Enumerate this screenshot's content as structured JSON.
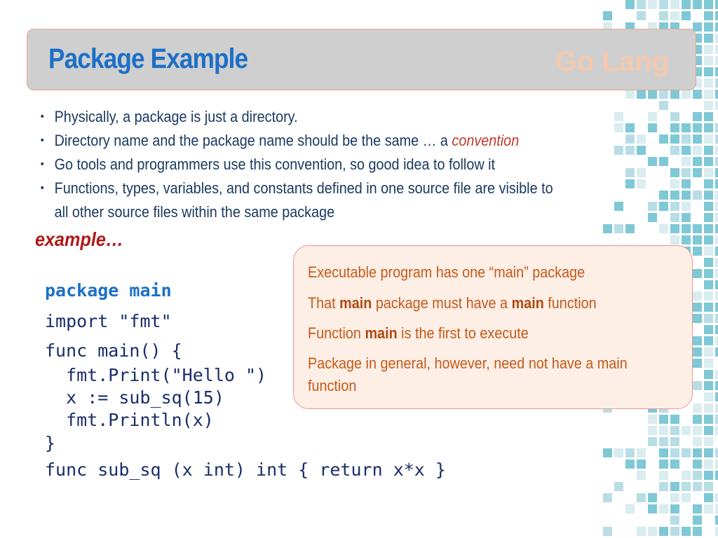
{
  "header": {
    "title": "Package Example",
    "brand": "Go Lang"
  },
  "bullets": [
    {
      "text": "Physically, a package is just a directory."
    },
    {
      "text": "Directory name and the package name should be the same … a ",
      "emphasis": "convention"
    },
    {
      "text": "Go tools and programmers use this convention, so good idea to follow it"
    },
    {
      "text": "Functions, types, variables, and constants defined in one source file are visible to all other source files within the same package"
    }
  ],
  "example_label": "example…",
  "code": {
    "lines": [
      "package main",
      "import \"fmt\"",
      "func main() {",
      "  fmt.Print(\"Hello \")",
      "  x := sub_sq(15)",
      "  fmt.Println(x)",
      "}",
      "func sub_sq (x int) int { return x*x }"
    ]
  },
  "callout": {
    "line1": "Executable program has one “main” package",
    "line2": {
      "pre": "That ",
      "bold1": "main",
      "mid": " package must have a ",
      "bold2": "main",
      "post": " function"
    },
    "line3": {
      "pre": "Function ",
      "bold": "main",
      "post": " is the first to execute"
    },
    "line4": "Package in general, however, need not have a main function"
  },
  "colors": {
    "title": "#1d6fc7",
    "brand": "#f4c9ae",
    "accent": "#c0392b",
    "callout_text": "#c55a17",
    "tiles": [
      "#7fc8d6",
      "#b8dde5",
      "#d9ecef"
    ]
  }
}
